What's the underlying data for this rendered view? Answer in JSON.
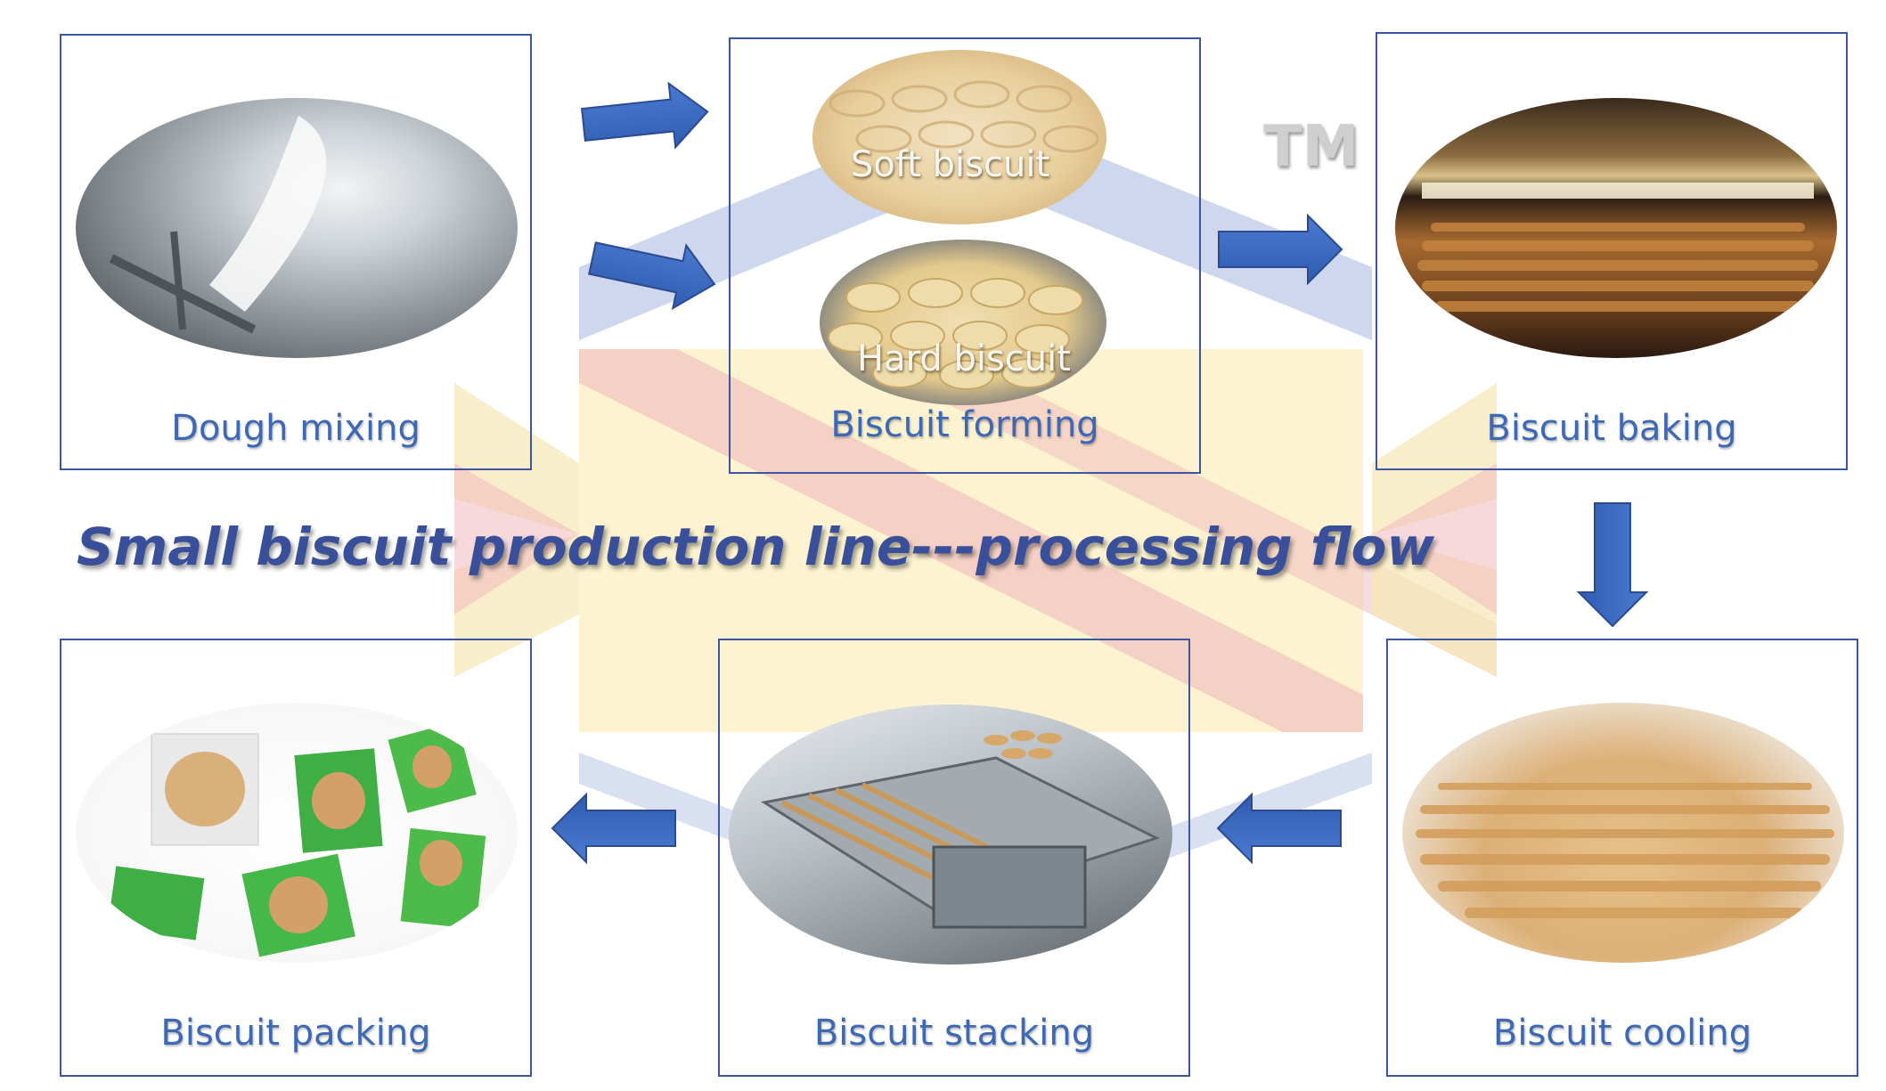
{
  "title": "Small biscuit production line---processing flow",
  "watermark": {
    "trademark": "TM"
  },
  "steps": {
    "dough_mixing": {
      "label": "Dough mixing"
    },
    "biscuit_forming": {
      "label": "Biscuit forming",
      "soft": "Soft biscuit",
      "hard": "Hard biscuit"
    },
    "biscuit_baking": {
      "label": "Biscuit baking"
    },
    "biscuit_cooling": {
      "label": "Biscuit cooling"
    },
    "biscuit_stacking": {
      "label": "Biscuit stacking"
    },
    "biscuit_packing": {
      "label": "Biscuit packing"
    }
  },
  "colors": {
    "box_border": "#3a56a3",
    "label_text": "#3d68b4",
    "title_text": "#3a4f99",
    "arrow_fill": "#3f6fc4",
    "arrow_stroke": "#2b4a8f"
  }
}
